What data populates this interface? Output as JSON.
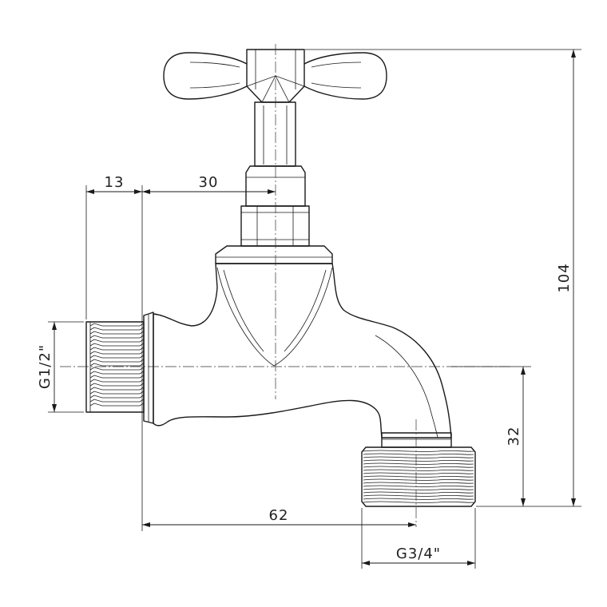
{
  "dimensions": {
    "inlet_length": "13",
    "handle_offset": "30",
    "overall_height": "104",
    "inlet_thread": "G1/2\"",
    "outlet_height": "32",
    "spout_reach": "62",
    "outlet_thread": "G3/4\""
  }
}
